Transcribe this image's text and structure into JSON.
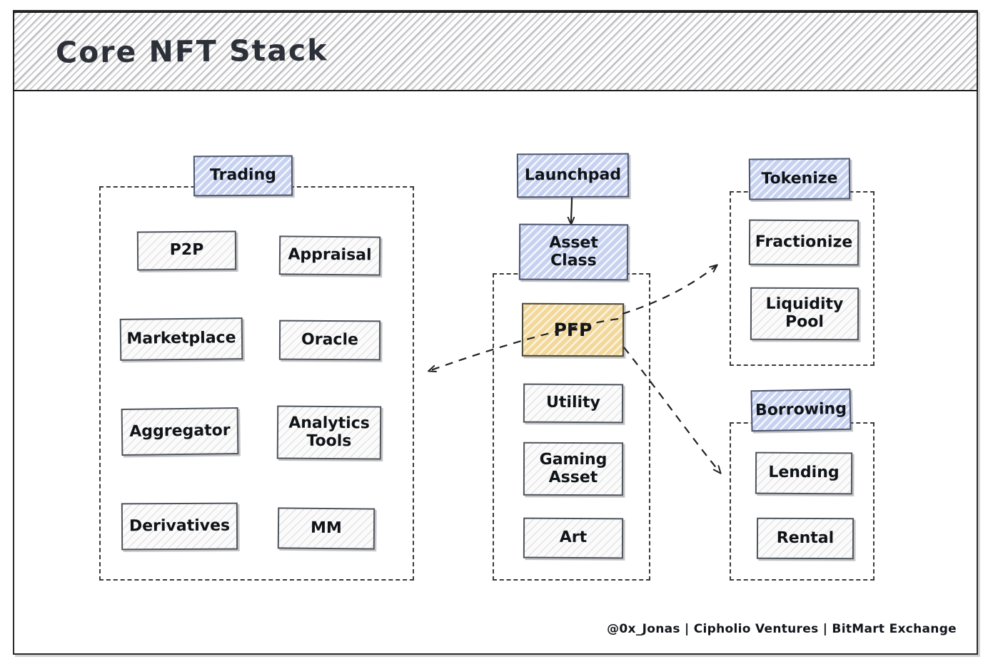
{
  "window": {
    "title": "Core NFT Stack",
    "credit": "@0x_Jonas | Cipholio Ventures | BitMart Exchange"
  },
  "colors": {
    "header_blue": "#c7d2f0",
    "highlight_yellow": "#f2d89a",
    "node_gray": "#fbfbfb",
    "ink": "#2b2b2b"
  },
  "groups": {
    "trading": {
      "header": "Trading",
      "items": [
        {
          "label": "P2P"
        },
        {
          "label": "Appraisal"
        },
        {
          "label": "Marketplace"
        },
        {
          "label": "Oracle"
        },
        {
          "label": "Aggregator"
        },
        {
          "label": "Analytics\nTools"
        },
        {
          "label": "Derivatives"
        },
        {
          "label": "MM"
        }
      ]
    },
    "asset_class": {
      "launchpad": "Launchpad",
      "header": "Asset\nClass",
      "items": [
        {
          "label": "PFP"
        },
        {
          "label": "Utility"
        },
        {
          "label": "Gaming\nAsset"
        },
        {
          "label": "Art"
        }
      ]
    },
    "tokenize": {
      "header": "Tokenize",
      "items": [
        {
          "label": "Fractionize"
        },
        {
          "label": "Liquidity\nPool"
        }
      ]
    },
    "borrowing": {
      "header": "Borrowing",
      "items": [
        {
          "label": "Lending"
        },
        {
          "label": "Rental"
        }
      ]
    }
  },
  "connections": [
    {
      "name": "launchpad-to-asset-class",
      "from": "Launchpad",
      "to": "Asset Class",
      "style": "solid"
    },
    {
      "name": "pfp-to-trading",
      "from": "PFP",
      "to": "Trading",
      "style": "dashed"
    },
    {
      "name": "pfp-to-tokenize",
      "from": "PFP",
      "to": "Tokenize",
      "style": "dashed"
    },
    {
      "name": "pfp-to-borrowing",
      "from": "PFP",
      "to": "Borrowing",
      "style": "dashed"
    }
  ]
}
